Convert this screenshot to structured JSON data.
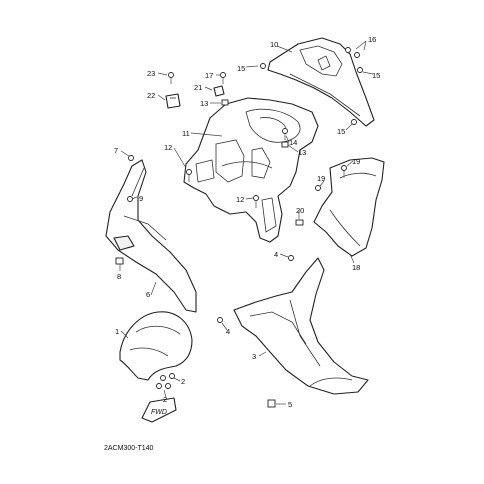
{
  "diagram_code": "2ACM300-T140",
  "fwd_label": "FWD",
  "callouts": [
    {
      "id": "c1",
      "label": "1"
    },
    {
      "id": "c2a",
      "label": "2"
    },
    {
      "id": "c2b",
      "label": "2"
    },
    {
      "id": "c3",
      "label": "3"
    },
    {
      "id": "c4a",
      "label": "4"
    },
    {
      "id": "c4b",
      "label": "4"
    },
    {
      "id": "c5",
      "label": "5"
    },
    {
      "id": "c6",
      "label": "6"
    },
    {
      "id": "c7",
      "label": "7"
    },
    {
      "id": "c8",
      "label": "8"
    },
    {
      "id": "c9",
      "label": "9"
    },
    {
      "id": "c10",
      "label": "10"
    },
    {
      "id": "c11",
      "label": "11"
    },
    {
      "id": "c12a",
      "label": "12"
    },
    {
      "id": "c12b",
      "label": "12"
    },
    {
      "id": "c13a",
      "label": "13"
    },
    {
      "id": "c13b",
      "label": "13"
    },
    {
      "id": "c14",
      "label": "14"
    },
    {
      "id": "c15a",
      "label": "15"
    },
    {
      "id": "c15b",
      "label": "15"
    },
    {
      "id": "c15c",
      "label": "15"
    },
    {
      "id": "c16",
      "label": "16"
    },
    {
      "id": "c17",
      "label": "17"
    },
    {
      "id": "c18",
      "label": "18"
    },
    {
      "id": "c19",
      "label": "19"
    },
    {
      "id": "c20",
      "label": "20"
    },
    {
      "id": "c21",
      "label": "21"
    },
    {
      "id": "c22",
      "label": "22"
    },
    {
      "id": "c23",
      "label": "23"
    }
  ]
}
